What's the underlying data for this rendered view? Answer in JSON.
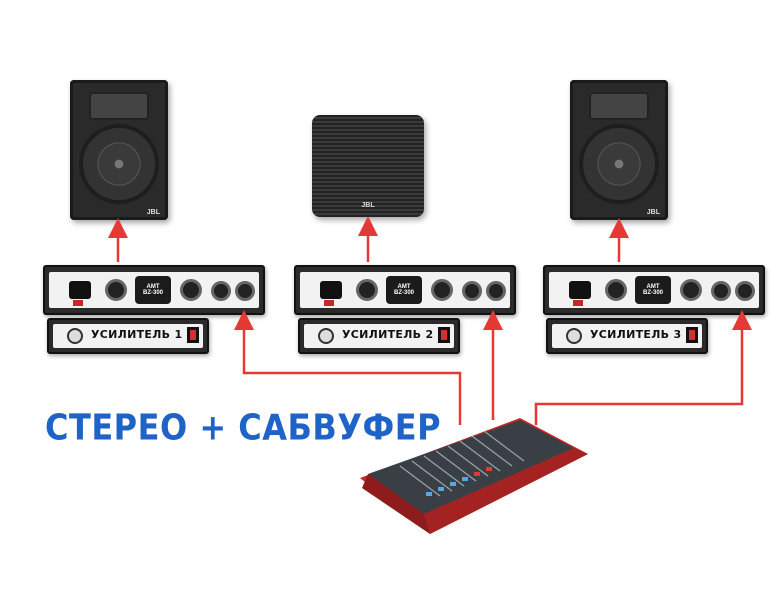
{
  "title": "СТЕРЕО + САБВУФЕР",
  "amplifiers": [
    {
      "label": "УСИЛИТЕЛЬ 1",
      "badge": "AMT\nBZ-300"
    },
    {
      "label": "УСИЛИТЕЛЬ 2",
      "badge": "AMT\nBZ-300"
    },
    {
      "label": "УСИЛИТЕЛЬ 3",
      "badge": "AMT\nBZ-300"
    }
  ],
  "speakers": {
    "left_logo": "JBL",
    "sub_logo": "JBL",
    "right_logo": "JBL"
  },
  "colors": {
    "wire": "#e53935",
    "title": "#1f63c9",
    "mixer_frame": "#c62828"
  }
}
